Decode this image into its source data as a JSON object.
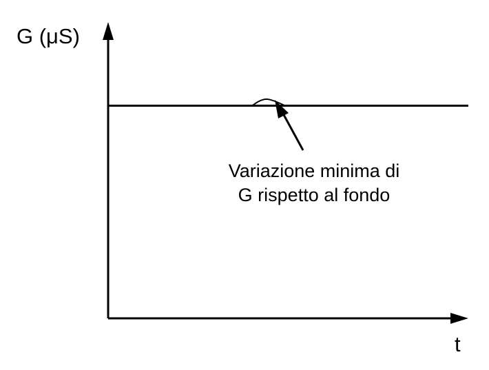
{
  "chart_data": {
    "type": "line",
    "title": "",
    "xlabel": "t",
    "ylabel": "G (μS)",
    "grid": false,
    "legend": "none",
    "series": [
      {
        "values": [
          1,
          1,
          1,
          1,
          1,
          1,
          1,
          1,
          1,
          1,
          1,
          1
        ]
      }
    ],
    "x": [
      0,
      1,
      2,
      3,
      4,
      5,
      6,
      7,
      8,
      9,
      10,
      11
    ],
    "bump": {
      "x_start": 4.4,
      "x_end": 5.4,
      "height": 0.03
    },
    "annotation": {
      "lines": [
        "Variazione minima di",
        "G rispetto al fondo"
      ],
      "points_to_x": 4.9
    },
    "xlim": [
      0,
      11
    ],
    "ylim": [
      0,
      1.4
    ],
    "color": "#000000"
  }
}
